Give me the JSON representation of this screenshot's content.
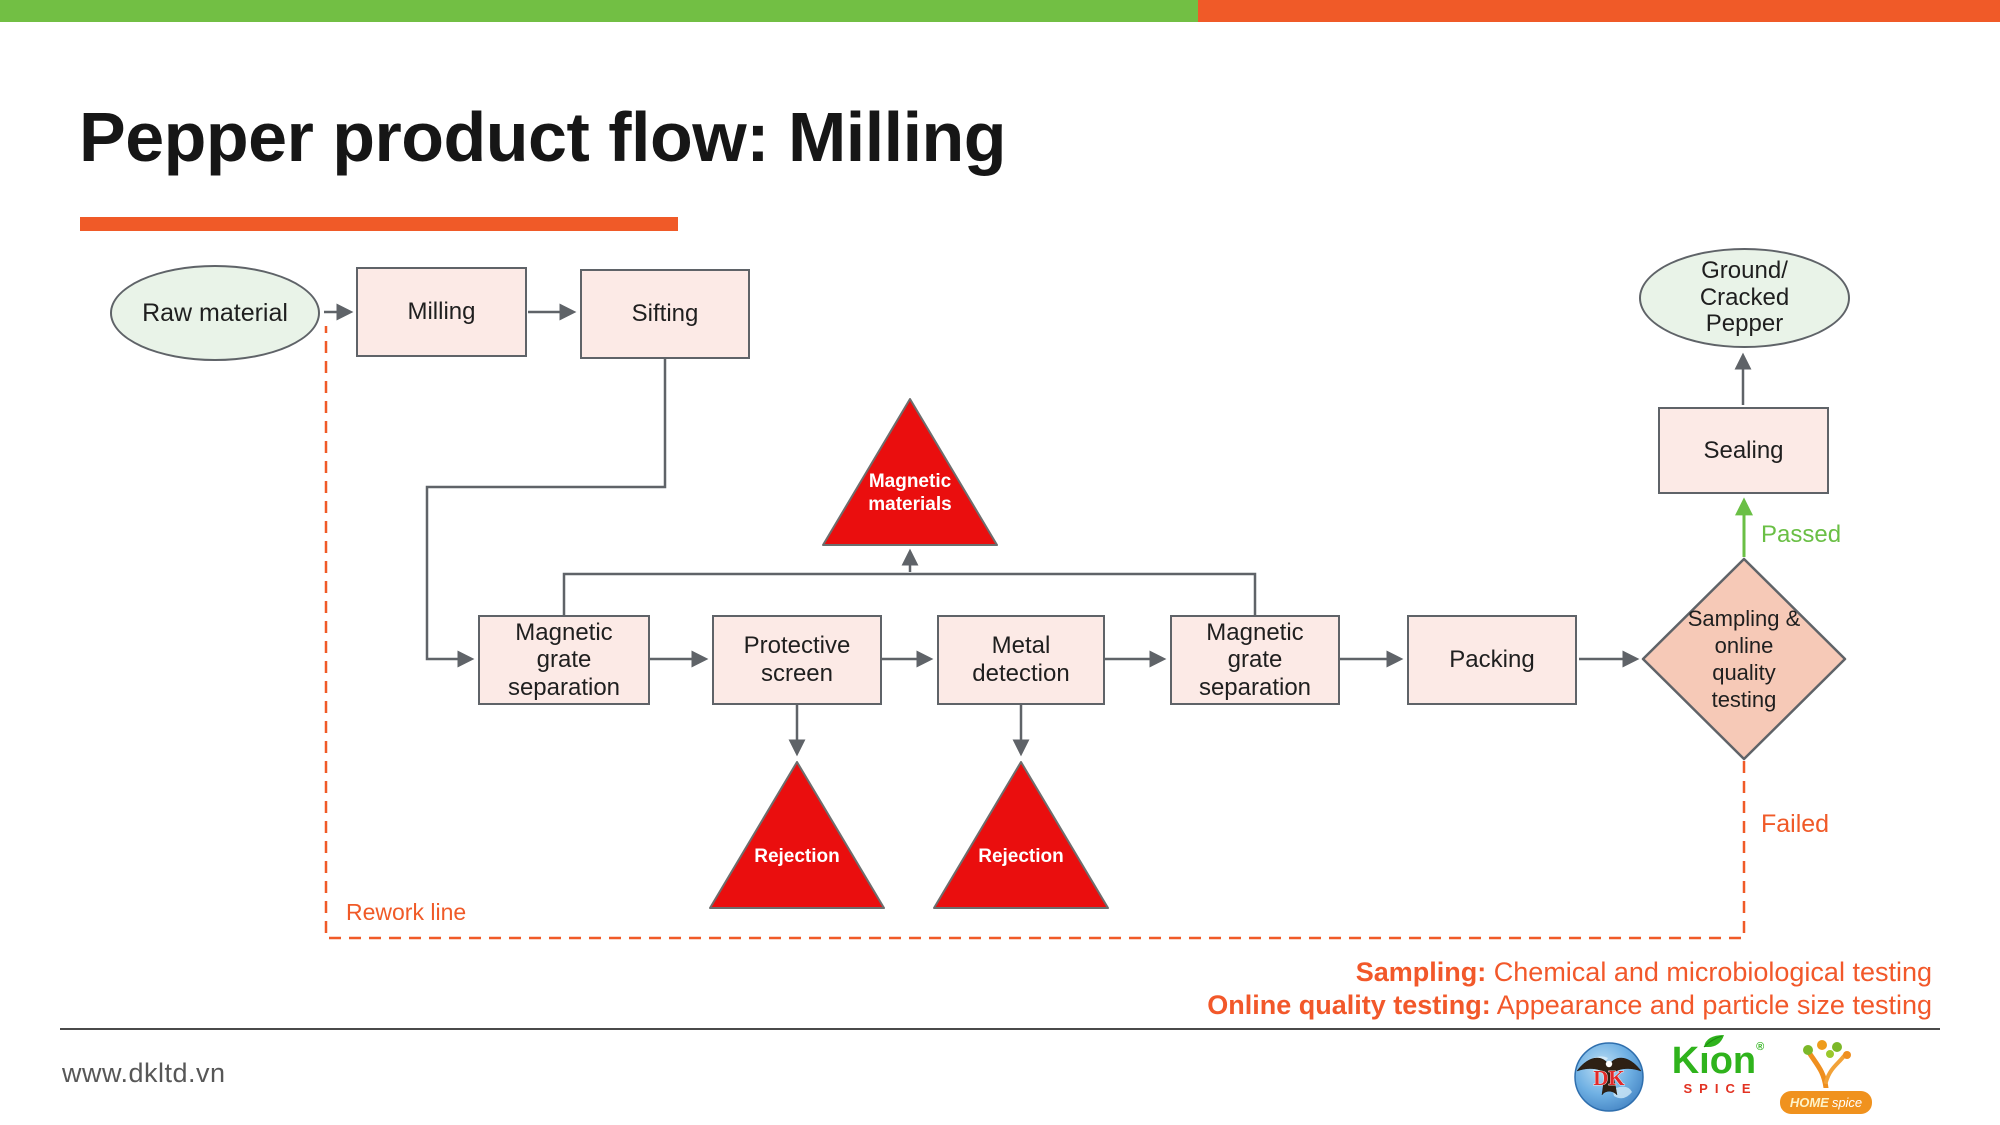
{
  "header": {
    "title": "Pepper product flow: Milling"
  },
  "flow": {
    "nodes": {
      "raw_material": "Raw material",
      "milling": "Milling",
      "sifting": "Sifting",
      "magnetic_grate_1": "Magnetic\ngrate\nseparation",
      "protective_screen": "Protective\nscreen",
      "metal_detection": "Metal\ndetection",
      "magnetic_grate_2": "Magnetic\ngrate\nseparation",
      "packing": "Packing",
      "sampling_diamond": "Sampling &\nonline\nquality\ntesting",
      "sealing": "Sealing",
      "ground_cracked_pepper": "Ground/\nCracked\nPepper",
      "magnetic_materials": "Magnetic\nmaterials",
      "rejection_1": "Rejection",
      "rejection_2": "Rejection"
    },
    "edge_labels": {
      "passed": "Passed",
      "failed": "Failed",
      "rework": "Rework line"
    }
  },
  "notes": {
    "sampling_label": "Sampling:",
    "sampling_text": " Chemical and microbiological testing",
    "online_label": "Online quality testing:",
    "online_text": "  Appearance and particle size testing"
  },
  "footer": {
    "website": "www.dkltd.vn",
    "logos": {
      "dk_text": "DK",
      "kion_text": "Kıon",
      "kion_registered": "®",
      "kion_sub": "SPICE",
      "home_bold": "HOME",
      "home_rest": "spice"
    }
  },
  "colors": {
    "bar_green": "#72bf44",
    "accent_orange": "#f05a28",
    "node_fill": "#fceae6",
    "node_border": "#5f6368",
    "ellipse_fill": "#e9f3e8",
    "diamond_fill": "#f6c9b7",
    "alert_red": "#ea0e0e",
    "passed_green": "#6abf45",
    "title_text": "#161616",
    "footer_text": "#575757"
  }
}
